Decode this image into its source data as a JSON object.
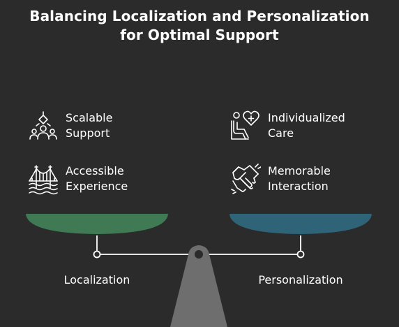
{
  "title": {
    "line1": "Balancing Localization and Personalization",
    "line2": "for Optimal Support"
  },
  "left": {
    "label": "Localization",
    "color": "#3f7a55",
    "items": [
      {
        "line": "Scalable\nSupport",
        "icon": "scalable-support-icon"
      },
      {
        "line": "Accessible\nExperience",
        "icon": "bridge-icon"
      }
    ]
  },
  "right": {
    "label": "Personalization",
    "color": "#2f6478",
    "items": [
      {
        "line": "Individualized\nCare",
        "icon": "person-heart-icon"
      },
      {
        "line": "Memorable\nInteraction",
        "icon": "handshake-icon"
      }
    ]
  },
  "colors": {
    "background": "#2b2b2b",
    "fulcrum": "#6e6e6e",
    "beam": "#ffffff"
  }
}
